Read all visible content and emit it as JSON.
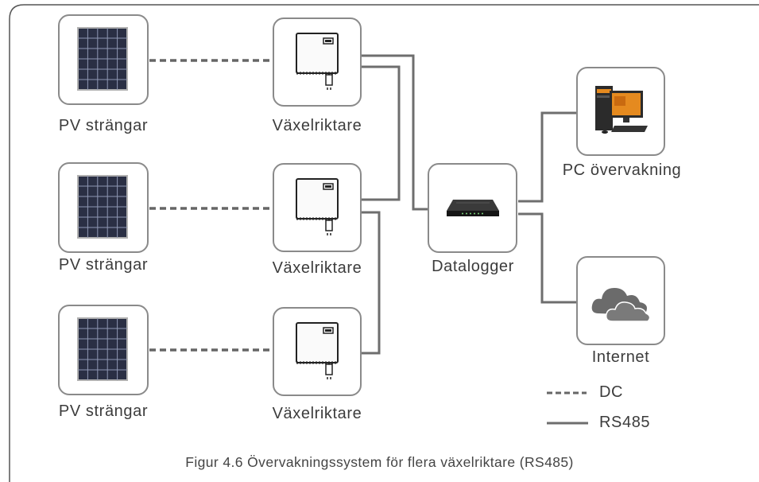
{
  "pv_label": "PV strängar",
  "inverter_label": "Växelriktare",
  "datalogger_label": "Datalogger",
  "pc_label": "PC övervakning",
  "internet_label": "Internet",
  "legend": {
    "dc": "DC",
    "rs485": "RS485"
  },
  "caption": "Figur 4.6 Övervakningssystem för flera växelriktare (RS485)",
  "colors": {
    "border": "#8a8a8a",
    "line": "#6e6e6e",
    "text": "#3c3c3c"
  }
}
